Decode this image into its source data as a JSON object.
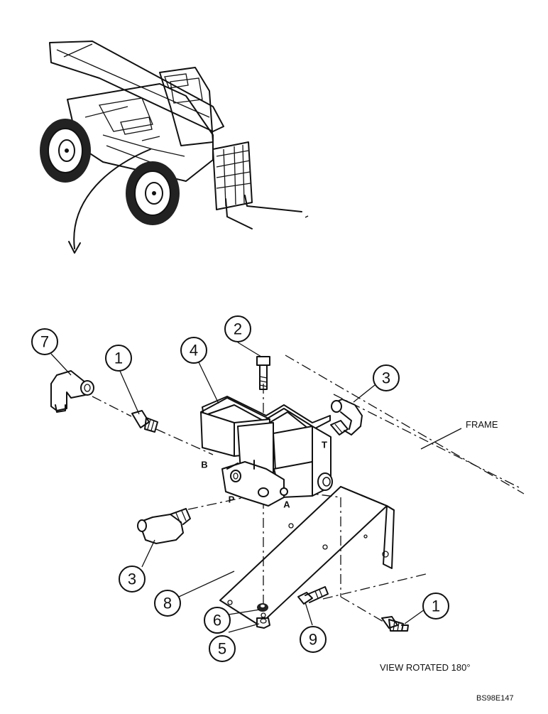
{
  "figure": {
    "callouts": [
      {
        "id": "7",
        "item": "elbow-fitting"
      },
      {
        "id": "1",
        "item": "straight-fitting-left"
      },
      {
        "id": "2",
        "item": "mounting-bolt"
      },
      {
        "id": "4",
        "item": "solenoid-valve"
      },
      {
        "id": "3",
        "item": "elbow-fitting-right"
      },
      {
        "id": "3",
        "item": "elbow-fitting-left"
      },
      {
        "id": "8",
        "item": "mounting-bracket"
      },
      {
        "id": "6",
        "item": "washer"
      },
      {
        "id": "5",
        "item": "nut"
      },
      {
        "id": "9",
        "item": "bracket-bolt"
      },
      {
        "id": "1",
        "item": "straight-fitting-bottom"
      }
    ],
    "ports": {
      "b": "B",
      "p": "P",
      "a": "A",
      "t": "T"
    },
    "frame_label": "FRAME",
    "view_note": "VIEW ROTATED 180°",
    "drawing_code": "BS98E147"
  }
}
